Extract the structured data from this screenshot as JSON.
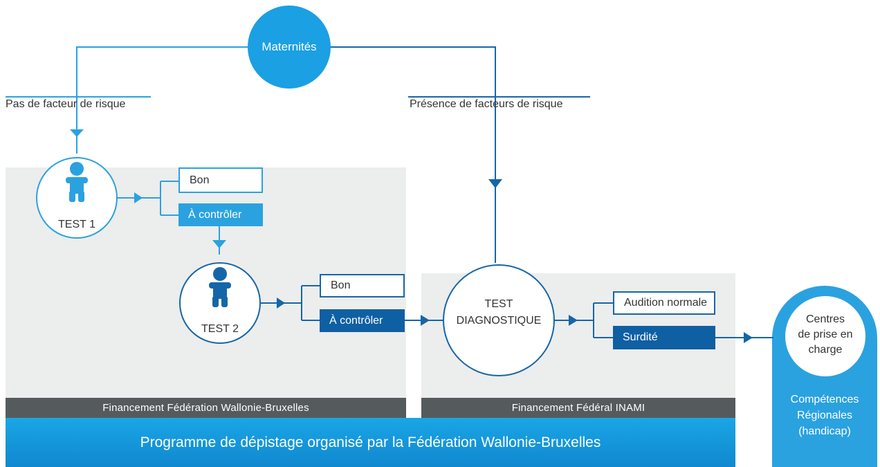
{
  "maternites": "Maternités",
  "branch_left": "Pas de facteur de risque",
  "branch_right": "Présence de facteurs de risque",
  "test1": {
    "label": "TEST 1",
    "good": "Bon",
    "check": "À contrôler"
  },
  "test2": {
    "label": "TEST 2",
    "good": "Bon",
    "check": "À contrôler"
  },
  "diagnostic": {
    "line1": "TEST",
    "line2": "DIAGNOSTIQUE",
    "normal": "Audition normale",
    "deaf": "Surdité"
  },
  "centres": {
    "line1": "Centres",
    "line2": "de prise en",
    "line3": "charge"
  },
  "competences": {
    "line1": "Compétences",
    "line2": "Régionales",
    "line3": "(handicap)"
  },
  "funding_left": "Financement Fédération Wallonie-Bruxelles",
  "funding_right": "Financement Fédéral INAMI",
  "program": "Programme de dépistage organisé par la Fédération Wallonie-Bruxelles",
  "colors": {
    "light_blue": "#2aa2df",
    "dark_blue": "#0f5fa3",
    "panel_grey": "#eceded",
    "bar_grey": "#555a5d"
  }
}
